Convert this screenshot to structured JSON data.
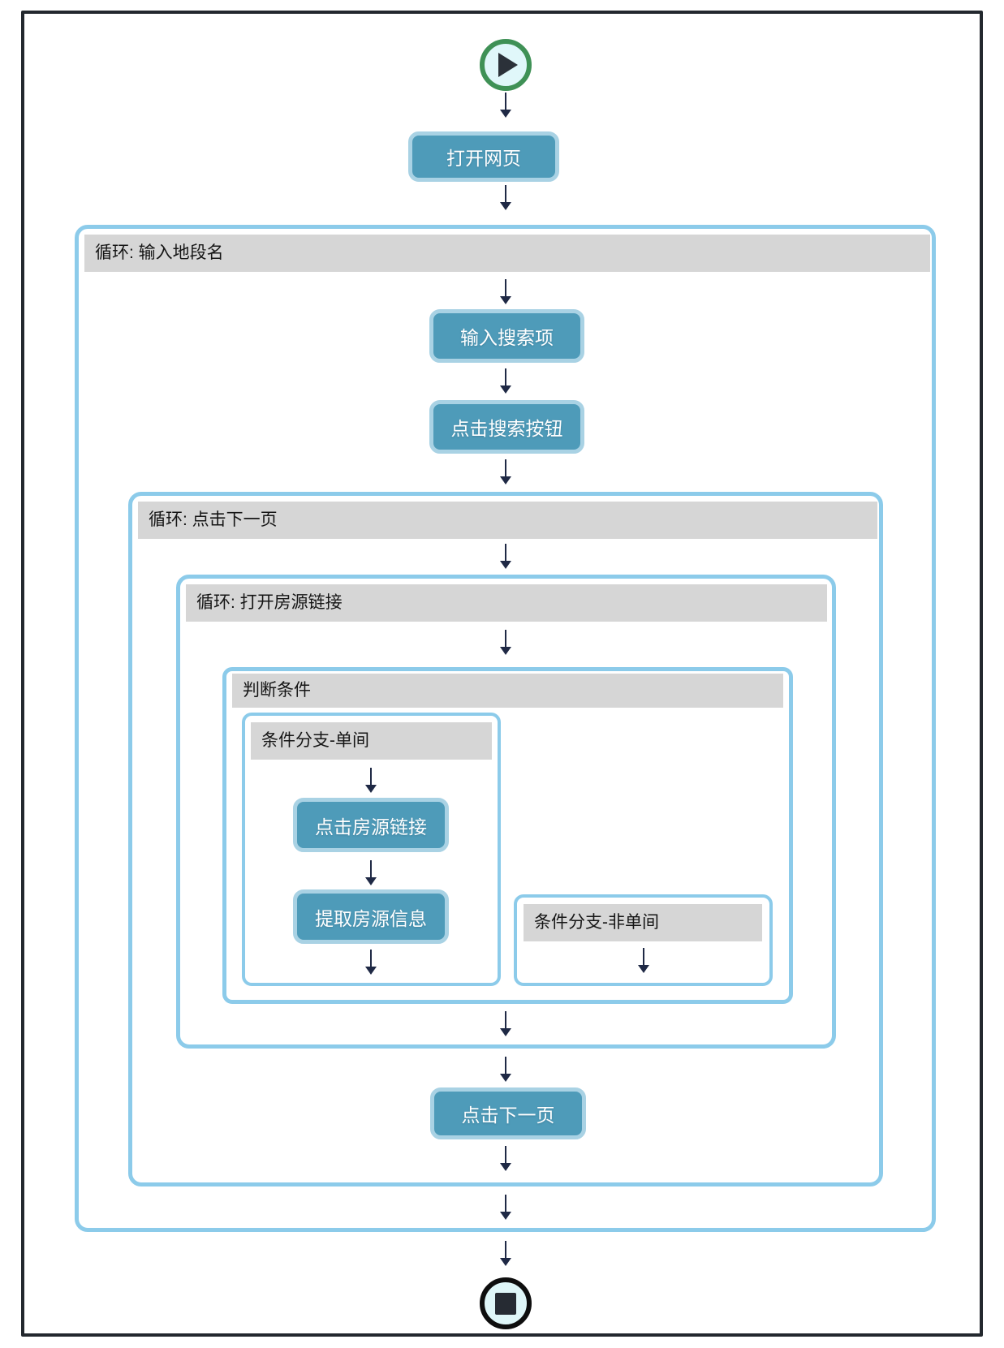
{
  "app": {
    "view": "workflow-flowchart"
  },
  "colors": {
    "frame_border": "#23282e",
    "loop_border": "#8ccbea",
    "header_bg": "#d6d6d6",
    "header_text": "#161616",
    "button_bg": "#4e9bb9",
    "button_border": "#a9d2e4",
    "button_text": "#ffffff",
    "arrow": "#1f2945",
    "play_ring": "#3f9156",
    "play_bg": "#e0f7fa",
    "stop_ring": "#0e0e0e",
    "stop_bg": "#dff6f8"
  },
  "icons": {
    "start": "play-icon",
    "end": "stop-icon",
    "connector": "arrow-down-icon"
  },
  "nodes": {
    "open_page": "打开网页",
    "loop_location": "循环: 输入地段名",
    "input_search": "输入搜索项",
    "click_search": "点击搜索按钮",
    "loop_next_page": "循环: 点击下一页",
    "loop_open_listing": "循环: 打开房源链接",
    "condition": "判断条件",
    "branch_single": "条件分支-单间",
    "click_listing": "点击房源链接",
    "extract_info": "提取房源信息",
    "branch_not_single": "条件分支-非单间",
    "click_next": "点击下一页"
  }
}
